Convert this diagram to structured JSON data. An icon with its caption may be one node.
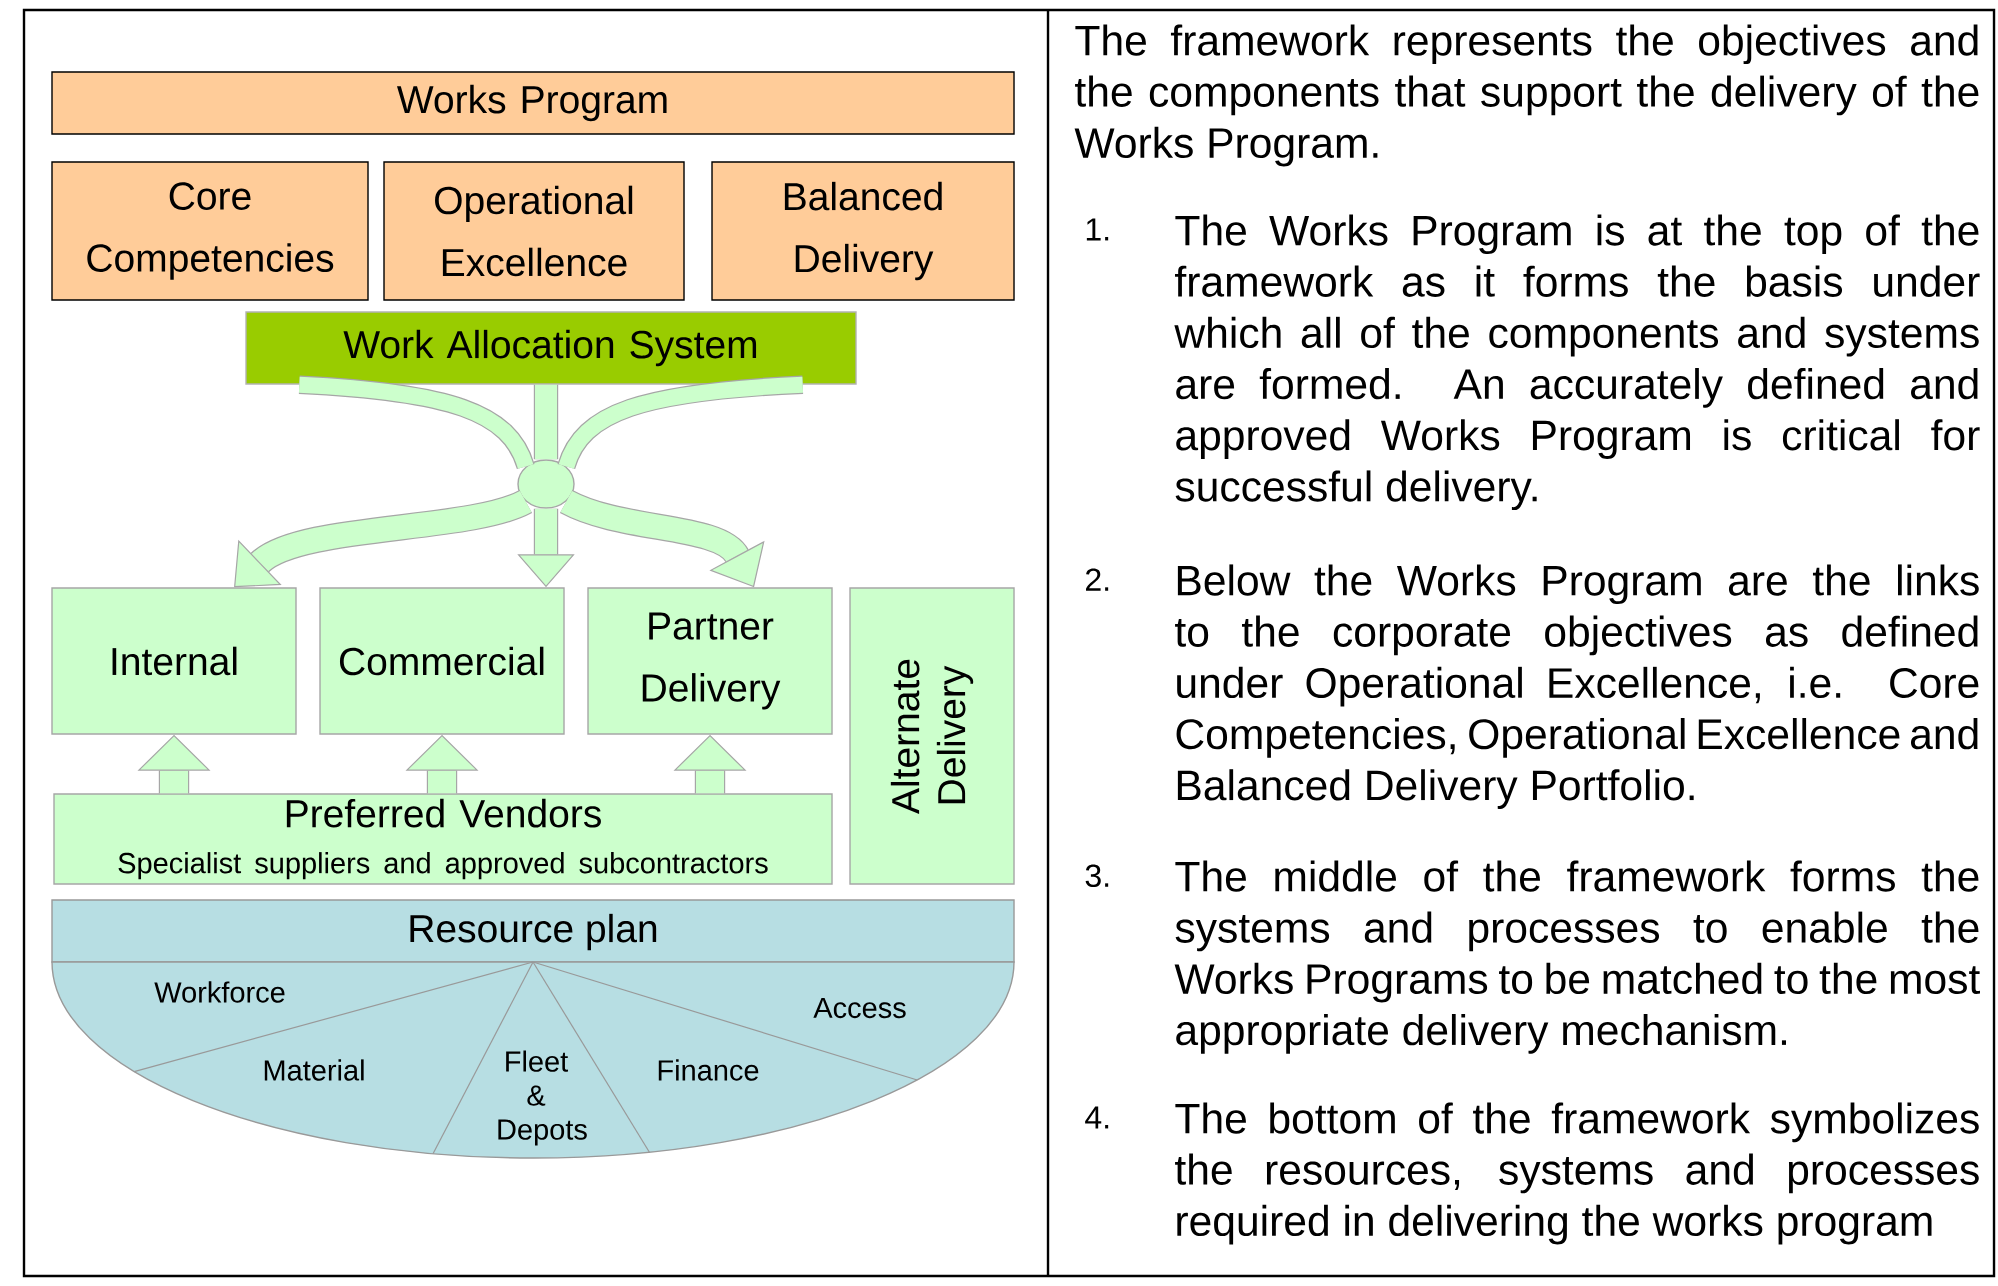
{
  "diagram": {
    "nodes": [
      {
        "text": [
          "Works Program"
        ]
      },
      {
        "text": [
          "Core Competencies"
        ]
      },
      {
        "text": [
          "Operational Excellence"
        ]
      },
      {
        "text": [
          "Balanced Delivery"
        ]
      },
      {
        "text": [
          "Work Allocation System"
        ]
      },
      {
        "text": [],
        "shape": "circle"
      },
      {
        "text": [
          "Internal"
        ]
      },
      {
        "text": [
          "Commercial"
        ]
      },
      {
        "text": [
          "Partner Delivery"
        ]
      },
      {
        "text": [
          "Alternate Delivery"
        ]
      },
      {
        "text": [
          "Preferred Vendors",
          "Specialist suppliers and approved subcontractors"
        ]
      },
      {
        "text": [
          "Resource plan"
        ]
      },
      {
        "text": [
          "Workforce"
        ],
        "in": 11
      },
      {
        "text": [
          "Material"
        ],
        "in": 11
      },
      {
        "text": [
          "Fleet & Depots"
        ],
        "in": 11
      },
      {
        "text": [
          "Finance"
        ],
        "in": 11
      },
      {
        "text": [
          "Access"
        ],
        "in": 11
      }
    ],
    "edges": [
      {
        "from": 4,
        "to": 5,
        "arrow": "none"
      },
      {
        "from": 4,
        "to": 5,
        "arrow": "none"
      },
      {
        "from": 4,
        "to": 5,
        "arrow": "none"
      },
      {
        "from": 5,
        "to": 6,
        "arrow": "to"
      },
      {
        "from": 5,
        "to": 7,
        "arrow": "to"
      },
      {
        "from": 5,
        "to": 8,
        "arrow": "to"
      },
      {
        "from": 10,
        "to": 6,
        "arrow": "to"
      },
      {
        "from": 10,
        "to": 7,
        "arrow": "to"
      },
      {
        "from": 10,
        "to": 8,
        "arrow": "to"
      }
    ],
    "labels": [
      "The framework represents the objectives and the components that support the delivery of the Works Program.",
      "1.",
      "The Works Program is at the top of the framework as it forms the basis under which all of the components and systems are formed. An accurately defined and approved Works Program is critical for successful delivery.",
      "2.",
      "Below the Works Program are the links to the corporate objectives as defined under Operational Excellence, i.e. Core Competencies, Operational Excellence and Balanced Delivery Portfolio.",
      "3.",
      "The middle of the framework forms the systems and processes to enable the Works Programs to be matched to the most appropriate delivery mechanism.",
      "4.",
      "The bottom of the framework symbolizes the resources, systems and processes required in delivering the works program"
    ]
  }
}
